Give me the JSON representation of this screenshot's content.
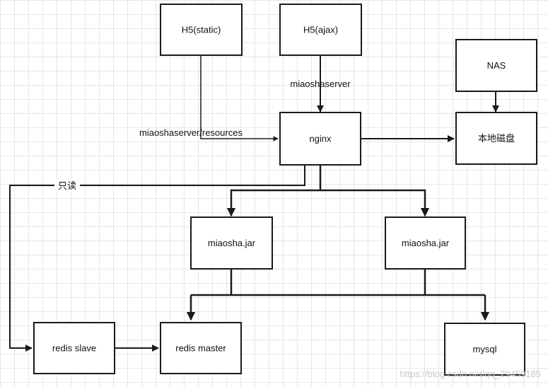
{
  "nodes": {
    "h5_static": "H5(static)",
    "h5_ajax": "H5(ajax)",
    "nas": "NAS",
    "nginx": "nginx",
    "local_disk": "本地磁盘",
    "jar_left": "miaosha.jar",
    "jar_right": "miaosha.jar",
    "redis_slave": "redis slave",
    "redis_master": "redis master",
    "mysql": "mysql"
  },
  "edges": {
    "static_to_nginx": "miaoshaserver/resources",
    "ajax_to_nginx": "miaoshaserver",
    "nginx_to_slave": "只读"
  },
  "watermark": "https://blog.csdn.net/qq_29459185"
}
